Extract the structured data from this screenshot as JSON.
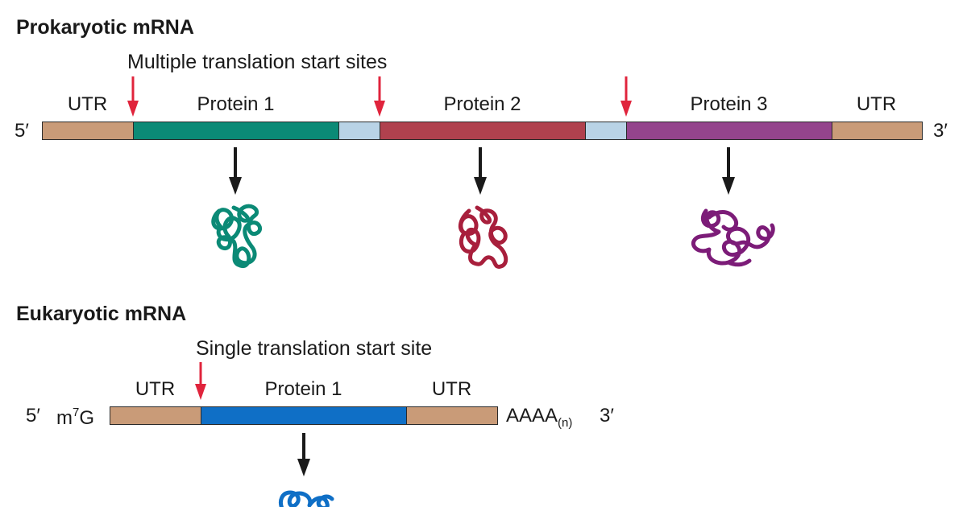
{
  "prokaryotic": {
    "title": "Prokaryotic mRNA",
    "caption": "Multiple translation start sites",
    "five_prime": "5′",
    "three_prime": "3′",
    "labels": {
      "utr_left": "UTR",
      "protein1": "Protein 1",
      "protein2": "Protein 2",
      "protein3": "Protein 3",
      "utr_right": "UTR"
    },
    "colors": {
      "utr": "#c99b78",
      "spacer": "#b9d3e6",
      "protein1": "#0b8a76",
      "protein2": "#b0414e",
      "protein3": "#94448c"
    }
  },
  "eukaryotic": {
    "title": "Eukaryotic mRNA",
    "caption": "Single translation start site",
    "five_prime": "5′",
    "cap_m": "m",
    "cap_sup": "7",
    "cap_g": "G",
    "tail": "AAAA",
    "tail_sub": "(n)",
    "three_prime": "3′",
    "labels": {
      "utr_left": "UTR",
      "protein1": "Protein 1",
      "utr_right": "UTR"
    },
    "colors": {
      "utr": "#c99b78",
      "protein1": "#0f6fc6"
    }
  },
  "colors": {
    "start_arrow": "#e0243c",
    "product_arrow": "#1a1a1a"
  }
}
